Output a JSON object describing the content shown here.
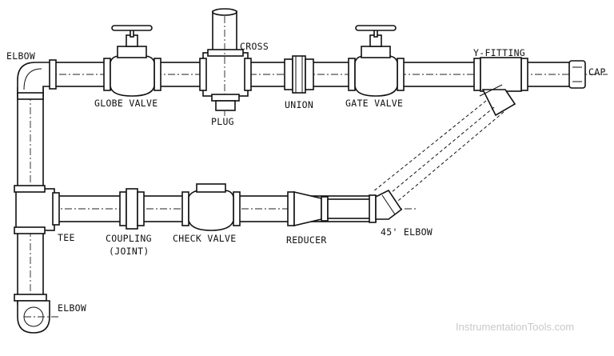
{
  "labels": {
    "elbow_top": "ELBOW",
    "globe_valve": "GLOBE VALVE",
    "cross": "CROSS",
    "plug": "PLUG",
    "union": "UNION",
    "gate_valve": "GATE VALVE",
    "y_fitting": "Y-FITTING",
    "cap": "CAP",
    "tee": "TEE",
    "coupling_line1": "COUPLING",
    "coupling_line2": "(JOINT)",
    "check_valve": "CHECK VALVE",
    "reducer": "REDUCER",
    "elbow_45": "45' ELBOW",
    "elbow_bottom": "ELBOW"
  },
  "watermark": "InstrumentationTools.com"
}
